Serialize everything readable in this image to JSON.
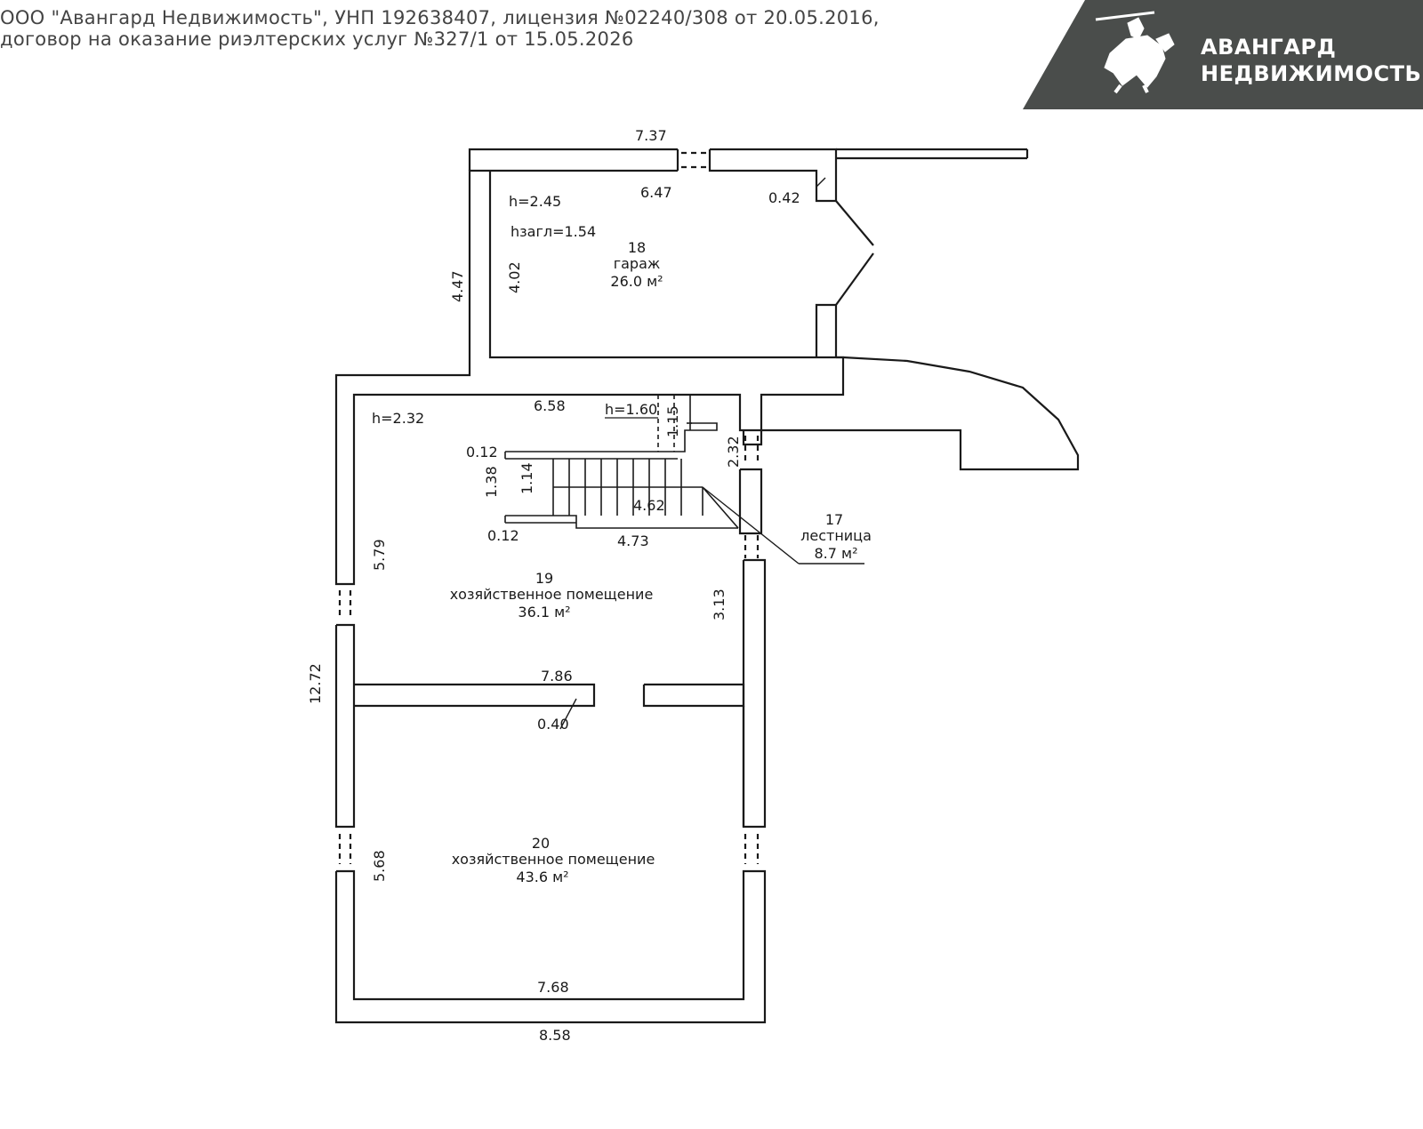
{
  "header": {
    "line1": "ООО \"Авангард Недвижимость\", УНП 192638407, лицензия №02240/308 от 20.05.2016,",
    "line2": "договор на оказание риэлтерских услуг №327/1 от 15.05.2026"
  },
  "logo": {
    "line1": "АВАНГАРД",
    "line2": "НЕДВИЖИМОСТЬ",
    "bg_color": "#4a4d4b",
    "icon": "knight-on-horse-icon"
  },
  "rooms": {
    "garage": {
      "number": "18",
      "name": "гараж",
      "area": "26.0 м²",
      "height": "h=2.45",
      "pit_height": "hзагл=1.54"
    },
    "stair": {
      "number": "17",
      "name": "лестница",
      "area": "8.7  м²"
    },
    "utility19": {
      "number": "19",
      "name": "хозяйственное помещение",
      "area": "36.1 м²",
      "height": "h=2.32"
    },
    "utility20": {
      "number": "20",
      "name": "хозяйственное помещение",
      "area": "43.6 м²"
    }
  },
  "dimensions": {
    "d737": "7.37",
    "d647": "6.47",
    "d042": "0.42",
    "d447": "4.47",
    "d402": "4.02",
    "d658": "6.58",
    "h160": "h=1.60",
    "d115": "1.15",
    "d012a": "0.12",
    "d138": "1.38",
    "d114": "1.14",
    "d462": "4.62",
    "d012b": "0.12",
    "d473": "4.73",
    "d232": "2.32",
    "d579": "5.79",
    "d313": "3.13",
    "d1272": "12.72",
    "d786": "7.86",
    "d040": "0.40",
    "d568": "5.68",
    "d768": "7.68",
    "d858": "8.58"
  }
}
